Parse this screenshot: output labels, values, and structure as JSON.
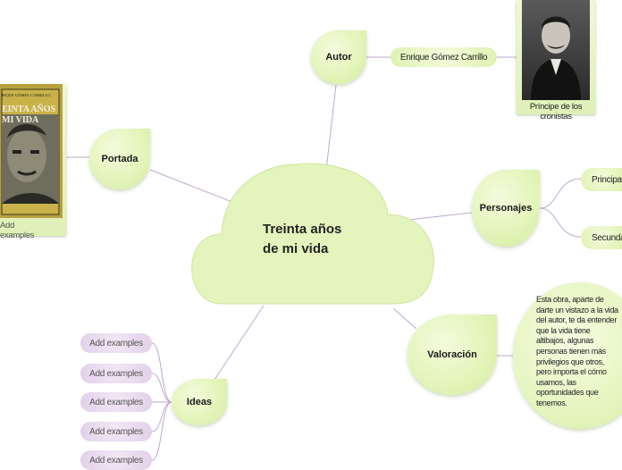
{
  "center": {
    "title_line1": "Treinta años",
    "title_line2": "de mi vida"
  },
  "autor": {
    "label": "Autor",
    "name": "Enrique Gómez Carrillo",
    "photo_caption": "Príncipe de los cronistas"
  },
  "portada": {
    "label": "Portada",
    "cover_text_top": "RIQUE GÓMEZ CARRILLO",
    "cover_text_title1": "EINTA AÑOS",
    "cover_text_title2": "MI VIDA",
    "caption": "Add examples"
  },
  "personajes": {
    "label": "Personajes",
    "items": [
      "Principales",
      "Secundarios"
    ]
  },
  "valoracion": {
    "label": "Valoración",
    "text": "Esta obra, aparte de darte un vistazo a la vida del autor, te da entender que la vida tiene altibajos, algunas personas tienen más privilegios que otros, pero importa el cómo usamos, las oportunidades que tenemos."
  },
  "ideas": {
    "label": "Ideas",
    "items": [
      "Add examples",
      "Add examples",
      "Add examples",
      "Add examples",
      "Add examples"
    ]
  },
  "colors": {
    "leaf": "#e2f4b8",
    "line": "#b9a3c9",
    "purple_pill": "#e2cfe9"
  }
}
